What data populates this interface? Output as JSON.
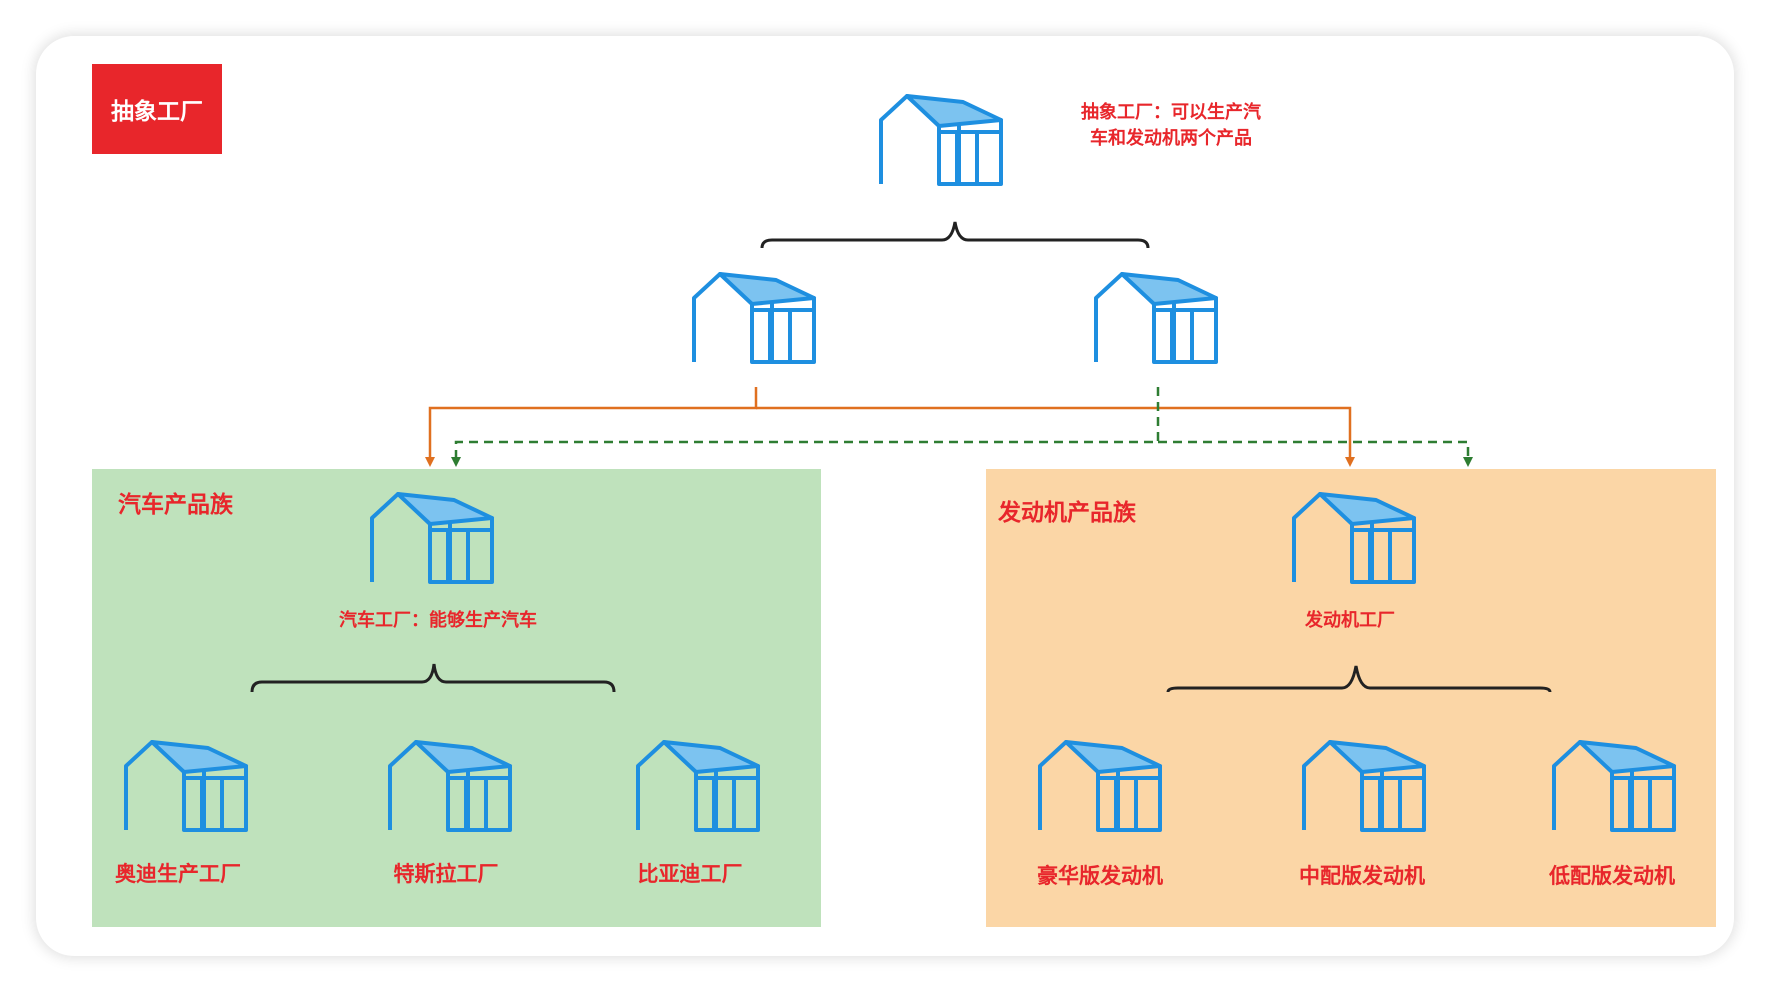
{
  "title": "抽象工厂",
  "top": {
    "caption_line1": "抽象工厂：可以生产汽",
    "caption_line2": "车和发动机两个产品"
  },
  "car_family": {
    "title": "汽车产品族",
    "factory_caption": "汽车工厂：能够生产汽车",
    "products": [
      "奥迪生产工厂",
      "特斯拉工厂",
      "比亚迪工厂"
    ]
  },
  "engine_family": {
    "title": "发动机产品族",
    "factory_caption": "发动机工厂",
    "products": [
      "豪华版发动机",
      "中配版发动机",
      "低配版发动机"
    ]
  },
  "colors": {
    "accent_red": "#e8262b",
    "factory_blue": "#1e8fe0",
    "car_panel": "#bfe2bc",
    "engine_panel": "#fbd6a6",
    "orange_line": "#e07020",
    "green_dashed_line": "#2e7d32"
  },
  "icons": {
    "factory": "factory-icon"
  }
}
